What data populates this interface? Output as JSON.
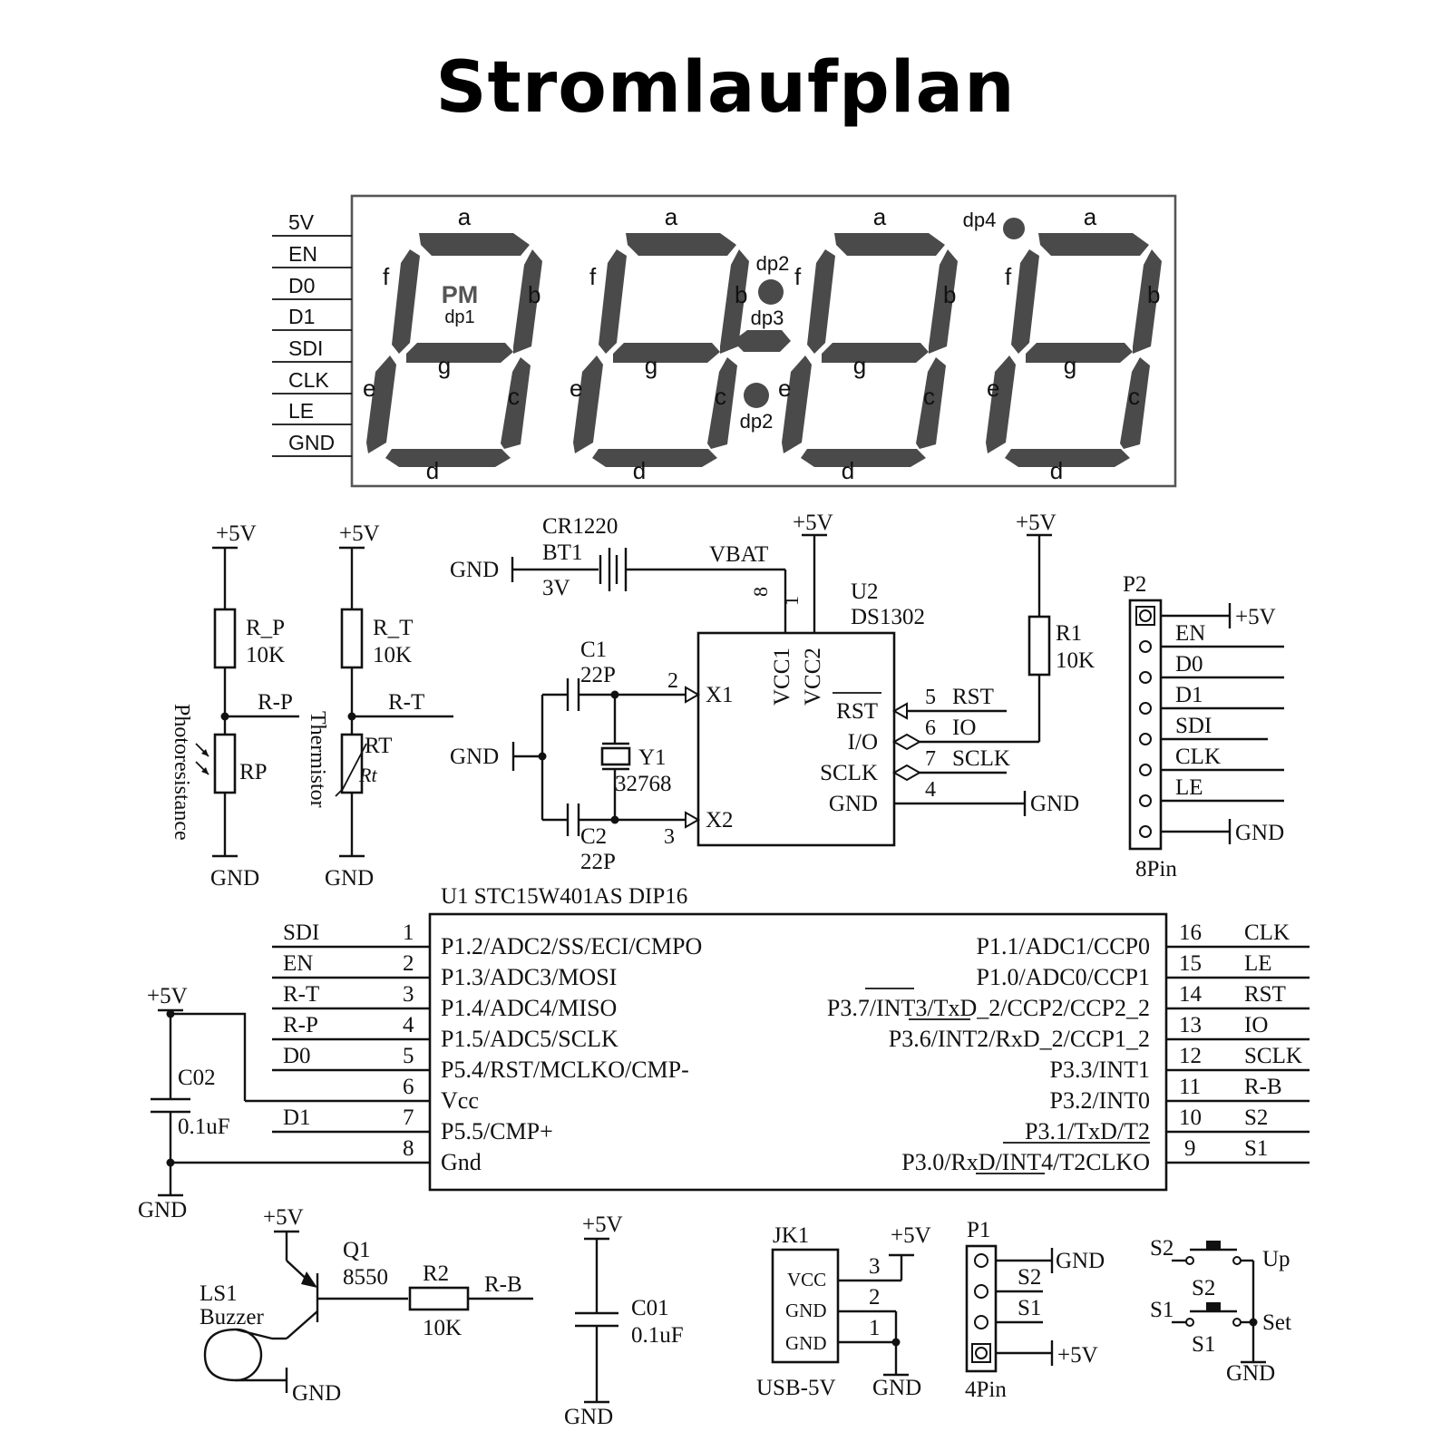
{
  "title": "Stromlaufplan",
  "display": {
    "pins": [
      "5V",
      "EN",
      "D0",
      "D1",
      "SDI",
      "CLK",
      "LE",
      "GND"
    ],
    "seg": {
      "a": "a",
      "b": "b",
      "c": "c",
      "d": "d",
      "e": "e",
      "f": "f",
      "g": "g"
    },
    "pm": "PM",
    "dp1": "dp1",
    "dp2": "dp2",
    "dp3": "dp3",
    "dp4": "dp4"
  },
  "labels": {
    "p5v": "+5V",
    "gnd": "GND",
    "rp_name": "R_P",
    "rp_val": "10K",
    "rp_net": "R-P",
    "rp_ldr": "RP",
    "photores": "Photoresistance",
    "rt_name": "R_T",
    "rt_val": "10K",
    "rt_net": "R-T",
    "rt_ntc": "RT",
    "rt_sym": "Rt",
    "thermistor": "Thermistor",
    "cr1220": "CR1220",
    "bt1": "BT1",
    "v3": "3V",
    "vbat": "VBAT",
    "u2": "U2",
    "ds1302": "DS1302",
    "c1": "C1",
    "c2": "C2",
    "p22": "22P",
    "y1": "Y1",
    "y_val": "32768",
    "pin2": "2",
    "pin3": "3",
    "pin8": "8",
    "pin1": "1",
    "x1": "X1",
    "x2": "X2",
    "vcc1": "VCC1",
    "vcc2": "VCC2",
    "rst": "RST",
    "io_pin": "I/O",
    "sclk": "SCLK",
    "n5": "5",
    "n6": "6",
    "n7": "7",
    "n4": "4",
    "net_rst": "RST",
    "net_io": "IO",
    "net_sclk": "SCLK",
    "r1": "R1",
    "r1_val": "10K",
    "p2": "P2",
    "p2_nets": [
      "EN",
      "D0",
      "D1",
      "SDI",
      "CLK",
      "LE"
    ],
    "pin8_label": "8Pin",
    "u1": "U1  STC15W401AS   DIP16",
    "u1_left_nets": [
      "SDI",
      "EN",
      "R-T",
      "R-P",
      "D0",
      "",
      "D1",
      ""
    ],
    "u1_left_nums": [
      "1",
      "2",
      "3",
      "4",
      "5",
      "6",
      "7",
      "8"
    ],
    "u1_left_pins": [
      "P1.2/ADC2/SS/ECI/CMPO",
      "P1.3/ADC3/MOSI",
      "P1.4/ADC4/MISO",
      "P1.5/ADC5/SCLK",
      "P5.4/RST/MCLKO/CMP-",
      "Vcc",
      "P5.5/CMP+",
      "Gnd"
    ],
    "u1_right_pins": [
      "P1.1/ADC1/CCP0",
      "P1.0/ADC0/CCP1",
      "P3.7/INT3/TxD_2/CCP2/CCP2_2",
      "P3.6/INT2/RxD_2/CCP1_2",
      "P3.3/INT1",
      "P3.2/INT0",
      "P3.1/TxD/T2",
      "P3.0/RxD/INT4/T2CLKO"
    ],
    "u1_right_nums": [
      "16",
      "15",
      "14",
      "13",
      "12",
      "11",
      "10",
      "9"
    ],
    "u1_right_nets": [
      "CLK",
      "LE",
      "RST",
      "IO",
      "SCLK",
      "R-B",
      "S2",
      "S1"
    ],
    "c02": "C02",
    "c02_val": "0.1uF",
    "q1": "Q1",
    "q1_val": "8550",
    "r2": "R2",
    "r2_val": "10K",
    "rb": "R-B",
    "ls1": "LS1",
    "buzzer": "Buzzer",
    "c01": "C01",
    "c01_val": "0.1uF",
    "jk1": "JK1",
    "jk_vcc": "VCC",
    "jk_gnd1": "GND",
    "jk_gnd2": "GND",
    "jk_n3": "3",
    "jk_n2": "2",
    "jk_n1": "1",
    "usb5v": "USB-5V",
    "p1": "P1",
    "p1_s2": "S2",
    "p1_s1": "S1",
    "pin4_label": "4Pin",
    "s2": "S2",
    "s1": "S1",
    "up": "Up",
    "set": "Set"
  }
}
